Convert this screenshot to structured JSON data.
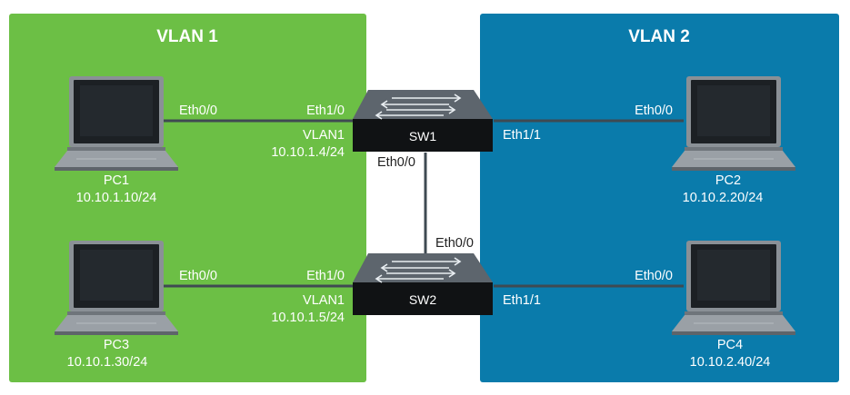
{
  "colors": {
    "vlan1_bg": "#6cbf45",
    "vlan2_bg": "#0a7bab",
    "link": "#3f4a52",
    "switch_top": "#5d656d",
    "switch_front": "#101214",
    "laptop_body": "#8a9096",
    "laptop_screen": "#1c2024"
  },
  "vlans": [
    {
      "title": "VLAN 1"
    },
    {
      "title": "VLAN 2"
    }
  ],
  "switches": {
    "sw1": {
      "name": "SW1",
      "port_left": "Eth1/0",
      "port_right": "Eth1/1",
      "port_down": "Eth0/0",
      "svi": "VLAN1",
      "svi_ip": "10.10.1.4/24"
    },
    "sw2": {
      "name": "SW2",
      "port_left": "Eth1/0",
      "port_right": "Eth1/1",
      "port_up": "Eth0/0",
      "svi": "VLAN1",
      "svi_ip": "10.10.1.5/24"
    }
  },
  "pcs": {
    "pc1": {
      "name": "PC1",
      "ip": "10.10.1.10/24",
      "port": "Eth0/0"
    },
    "pc2": {
      "name": "PC2",
      "ip": "10.10.2.20/24",
      "port": "Eth0/0"
    },
    "pc3": {
      "name": "PC3",
      "ip": "10.10.1.30/24",
      "port": "Eth0/0"
    },
    "pc4": {
      "name": "PC4",
      "ip": "10.10.2.40/24",
      "port": "Eth0/0"
    }
  }
}
